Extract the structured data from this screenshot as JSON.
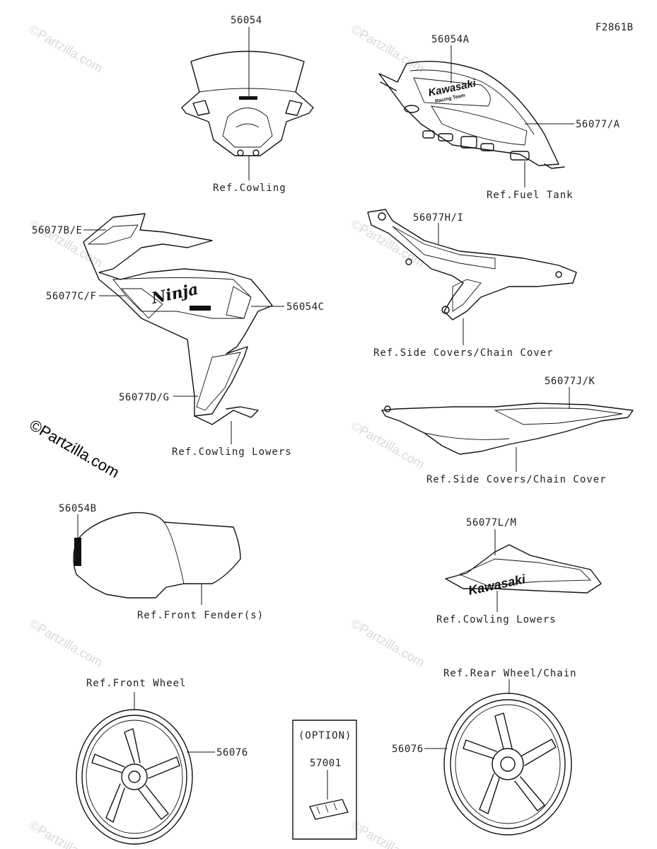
{
  "figure_code": "F2861B",
  "watermark": "©Partzilla.com",
  "copyright": "©Partzilla.com",
  "parts": {
    "windshield_decal": "56054",
    "tank_emblem": "56054A",
    "tank_stripe": "56077/A",
    "upper_cowl_stripe": "56077B/E",
    "cowl_pattern": "56077C/F",
    "ninja_emblem": "56054C",
    "cowl_lower_stripe": "56077D/G",
    "side_cover_stripe": "56077H/I",
    "tail_stripe": "56077J/K",
    "fender_emblem": "56054B",
    "lower_cowl_stripe": "56077L/M",
    "front_wheel_stripe": "56076",
    "rear_wheel_stripe": "56076",
    "option_part": "57001"
  },
  "refs": {
    "cowling": "Ref.Cowling",
    "fuel_tank": "Ref.Fuel Tank",
    "cowling_lowers_left": "Ref.Cowling Lowers",
    "side_covers_1": "Ref.Side Covers/Chain Cover",
    "side_covers_2": "Ref.Side Covers/Chain Cover",
    "front_fender": "Ref.Front Fender(s)",
    "cowling_lowers_right": "Ref.Cowling Lowers",
    "front_wheel": "Ref.Front Wheel",
    "rear_wheel": "Ref.Rear Wheel/Chain"
  },
  "option_label": "(OPTION)",
  "decal_text": {
    "kawasaki": "Kawasaki",
    "racing_team": "Racing Team",
    "ninja": "Ninja"
  }
}
